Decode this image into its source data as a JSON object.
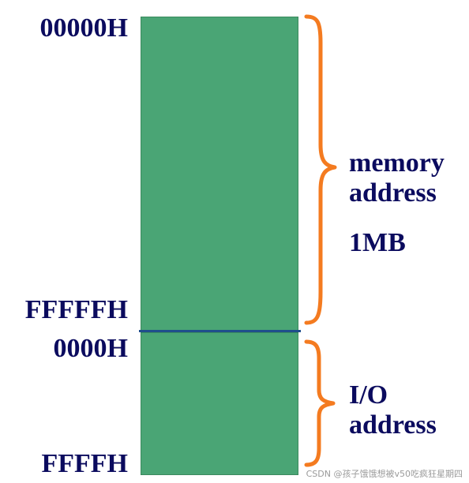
{
  "addresses": {
    "mem_start": "00000H",
    "mem_end": "FFFFFH",
    "io_start": "0000H",
    "io_end": "FFFFH"
  },
  "memory": {
    "label_line1": "memory",
    "label_line2": "address",
    "size": "1MB"
  },
  "io": {
    "label_line1": "I/O",
    "label_line2": "address"
  },
  "watermark": "CSDN @孩子饿饿想被v50吃疯狂星期四",
  "colors": {
    "block_fill": "#4aa575",
    "divider": "#1f4e8c",
    "brace": "#f47b20",
    "text": "#0b0b5e"
  }
}
